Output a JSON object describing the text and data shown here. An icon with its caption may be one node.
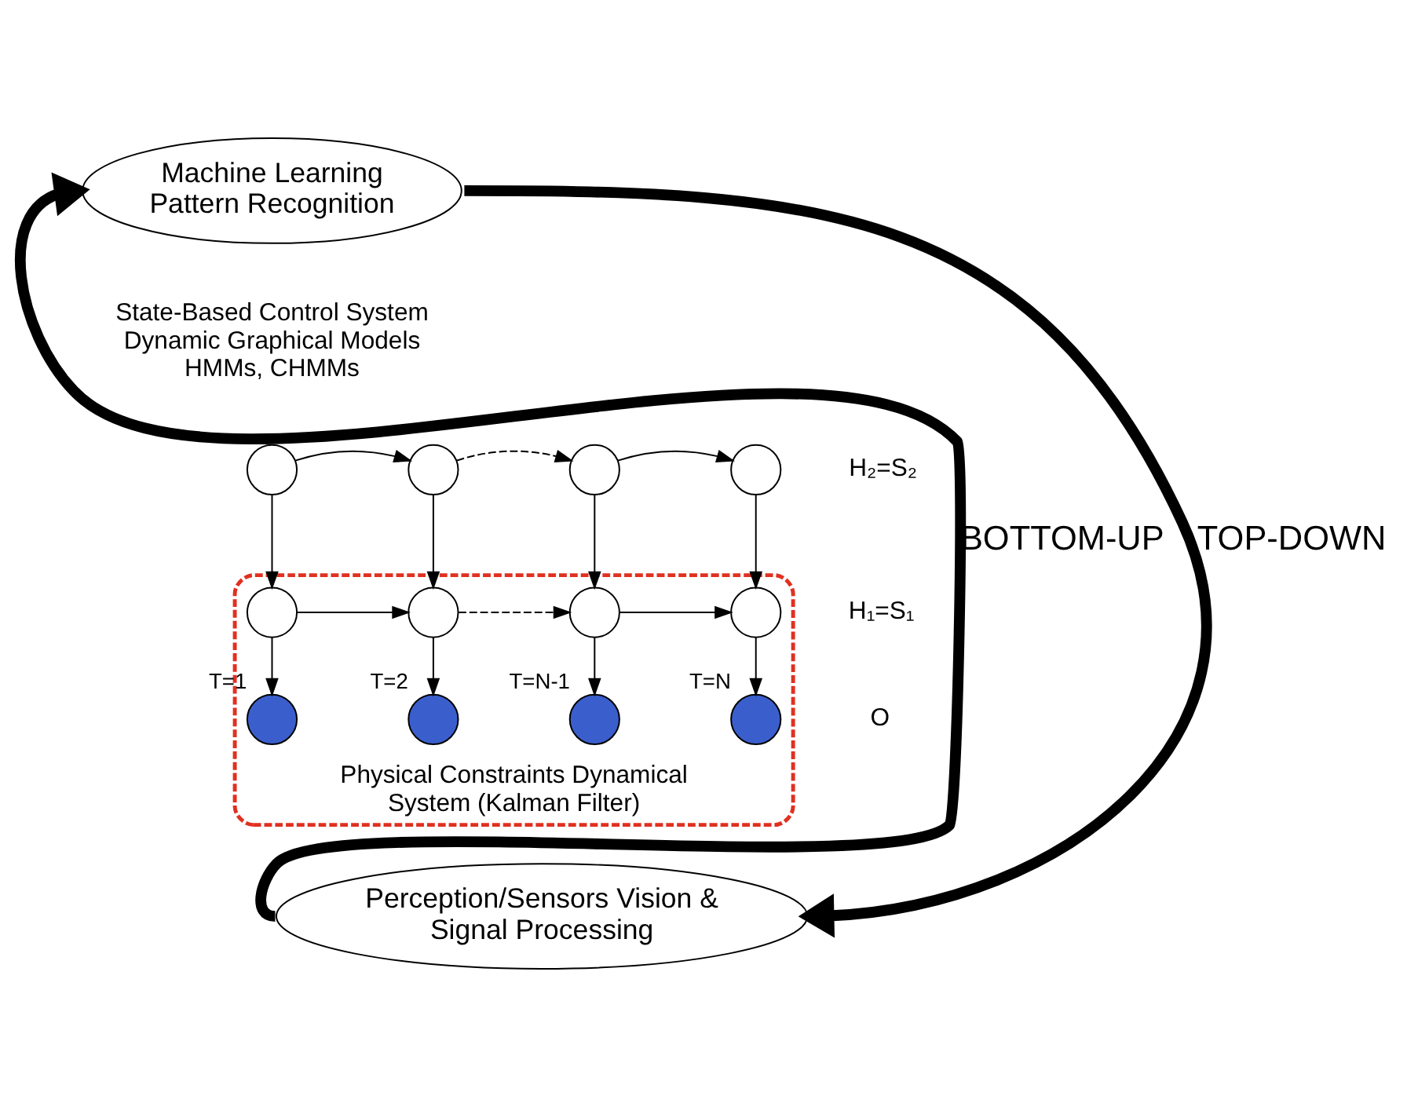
{
  "diagram": {
    "nodes": [
      {
        "text": [
          "Machine Learning Pattern Recognition"
        ]
      },
      {
        "text": [],
        "shape": "circle"
      },
      {
        "text": [],
        "shape": "circle"
      },
      {
        "text": [],
        "shape": "circle"
      },
      {
        "text": [],
        "shape": "circle"
      },
      {
        "text": [
          "Physical Constraints Dynamical System (Kalman Filter)"
        ]
      },
      {
        "text": [],
        "shape": "circle",
        "in": 5
      },
      {
        "text": [],
        "shape": "circle",
        "in": 5
      },
      {
        "text": [],
        "shape": "circle",
        "in": 5
      },
      {
        "text": [],
        "shape": "circle",
        "in": 5
      },
      {
        "text": [],
        "shape": "circle",
        "in": 5,
        "beside": [
          "T=1"
        ]
      },
      {
        "text": [],
        "shape": "circle",
        "in": 5,
        "beside": [
          "T=2"
        ]
      },
      {
        "text": [],
        "shape": "circle",
        "in": 5,
        "beside": [
          "T=N-1"
        ]
      },
      {
        "text": [],
        "shape": "circle",
        "in": 5,
        "beside": [
          "T=N"
        ]
      },
      {
        "text": [
          "Perception/Sensors Vision & Signal Processing"
        ]
      }
    ],
    "edges": [
      {
        "from": 1,
        "to": 2,
        "arrow": "to"
      },
      {
        "from": 2,
        "to": 3,
        "arrow": "to",
        "style": "dashed"
      },
      {
        "from": 3,
        "to": 4,
        "arrow": "to"
      },
      {
        "from": 6,
        "to": 7,
        "arrow": "to"
      },
      {
        "from": 7,
        "to": 8,
        "arrow": "to",
        "style": "dashed"
      },
      {
        "from": 8,
        "to": 9,
        "arrow": "to"
      },
      {
        "from": 1,
        "to": 6,
        "arrow": "to"
      },
      {
        "from": 2,
        "to": 7,
        "arrow": "to"
      },
      {
        "from": 3,
        "to": 8,
        "arrow": "to"
      },
      {
        "from": 4,
        "to": 9,
        "arrow": "to"
      },
      {
        "from": 6,
        "to": 10,
        "arrow": "to"
      },
      {
        "from": 7,
        "to": 11,
        "arrow": "to"
      },
      {
        "from": 8,
        "to": 12,
        "arrow": "to"
      },
      {
        "from": 9,
        "to": 13,
        "arrow": "to"
      },
      {
        "from": 0,
        "to": 14,
        "arrow": "to",
        "style": "thick",
        "label": "TOP-DOWN"
      },
      {
        "from": 14,
        "to": 0,
        "arrow": "to",
        "style": "thick",
        "label": "BOTTOM-UP"
      }
    ],
    "labels": [
      "State-Based Control System Dynamic Graphical Models HMMs, CHMMs",
      "H₂=S₂",
      "H₁=S₁",
      "O"
    ]
  }
}
